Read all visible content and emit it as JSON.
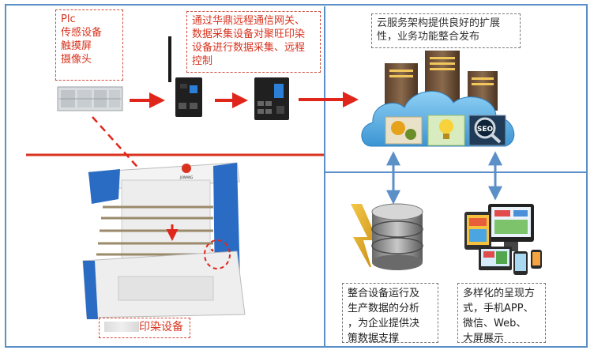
{
  "notes": {
    "devices": [
      "Plc",
      "传感设备",
      "触摸屏",
      "摄像头"
    ],
    "gateway": [
      "通过华鼎远程通信网关、",
      "数据采集设备对聚旺印染",
      "设备进行数据采集、远程",
      "控制"
    ],
    "cloud": [
      "云服务架构提供良好的扩展",
      "性，业务功能整合发布"
    ],
    "analysis": [
      "整合设备运行及",
      "生产数据的分析",
      "，为企业提供决",
      "策数据支撑"
    ],
    "display": [
      "多样化的呈现方",
      "式，手机APP、",
      "微信、Web、",
      "大屏展示"
    ]
  },
  "machine": {
    "caption": "印染设备",
    "logo_text": "JUWANG"
  },
  "icons": {
    "cloud_icons": [
      "gears-icon",
      "lightbulb-icon",
      "seo-magnifier-icon"
    ],
    "seo_label": "SEO"
  },
  "colors": {
    "red_arrow": "#e0261b",
    "blue_line": "#5b8fc7",
    "cloud": "#5fb0e3"
  }
}
